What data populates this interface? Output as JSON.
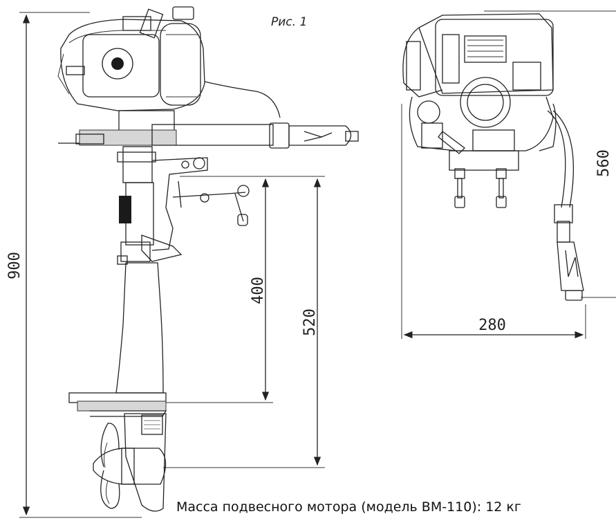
{
  "figure": {
    "caption": "Рис. 1",
    "mass_note": "Масса подвесного мотора (модель ВМ-110): 12 кг"
  },
  "dimensions": {
    "total_height": "900",
    "shaft_length": "400",
    "transom_to_skeg": "520",
    "rear_width": "280",
    "rear_height": "560"
  },
  "colors": {
    "line": "#222222",
    "background": "#ffffff"
  }
}
